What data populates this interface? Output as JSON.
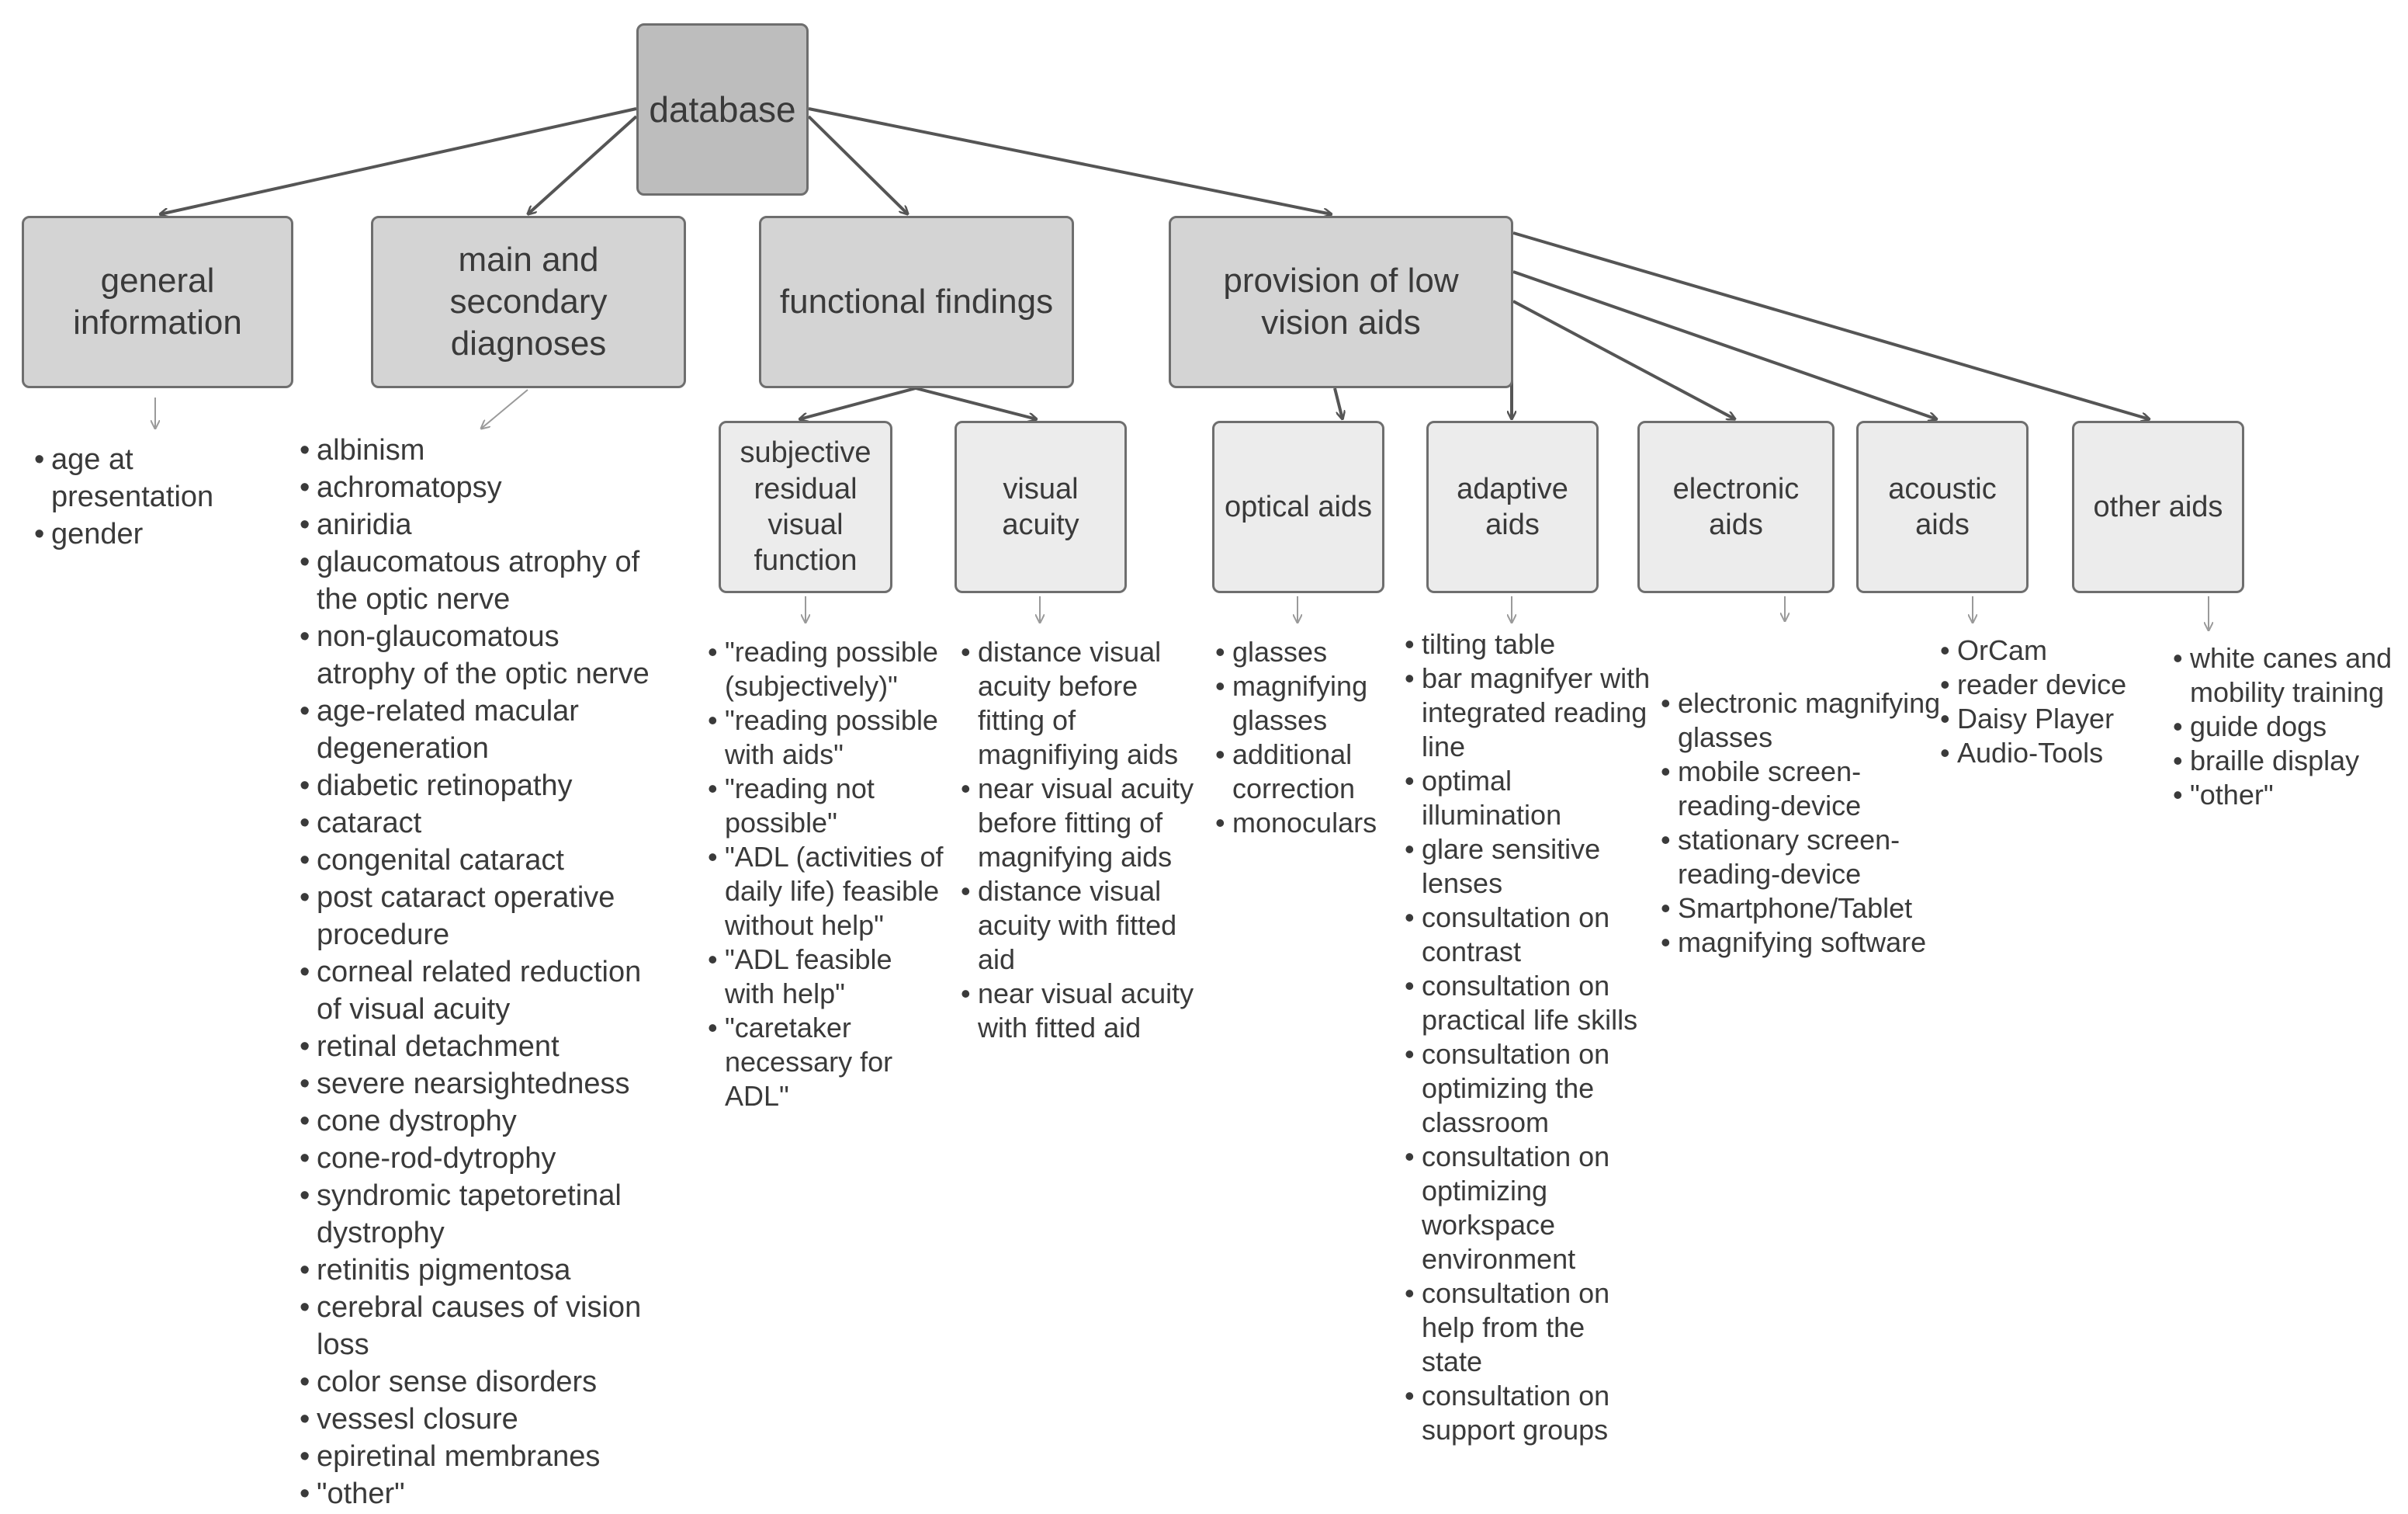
{
  "root": {
    "label": "database"
  },
  "categories": [
    {
      "id": "general",
      "label": "general information",
      "items": [
        "age at presentation",
        "gender"
      ]
    },
    {
      "id": "diagnoses",
      "label": "main and secondary diagnoses",
      "items": [
        "albinism",
        "achromatopsy",
        "aniridia",
        "glaucomatous atrophy of the optic nerve",
        "non-glaucomatous atrophy of the optic nerve",
        "age-related macular degeneration",
        "diabetic retinopathy",
        "cataract",
        "congenital cataract",
        "post cataract operative procedure",
        "corneal related reduction of visual acuity",
        "retinal detachment",
        "severe nearsightedness",
        "cone dystrophy",
        "cone-rod-dytrophy",
        "syndromic tapetoretinal dystrophy",
        "retinitis pigmentosa",
        "cerebral causes of vision loss",
        "color sense disorders",
        "vessesl closure",
        "epiretinal membranes",
        "\"other\""
      ]
    },
    {
      "id": "functional",
      "label": "functional findings"
    },
    {
      "id": "provision",
      "label": "provision of low vision aids"
    }
  ],
  "subcategories": [
    {
      "id": "residual",
      "parent": "functional",
      "label": "subjective residual visual function",
      "items": [
        "\"reading possible (subjectively)\"",
        "\"reading possible with aids\"",
        "\"reading not possible\"",
        "\"ADL (activities of daily life) feasible without help\"",
        "\"ADL feasible with help\"",
        "\"caretaker necessary for ADL\""
      ]
    },
    {
      "id": "acuity",
      "parent": "functional",
      "label": "visual acuity",
      "items": [
        "distance visual acuity before fitting of magnifiying aids",
        "near visual acuity before fitting of magnifying aids",
        "distance visual acuity with fitted aid",
        "near visual acuity with fitted aid"
      ]
    },
    {
      "id": "optical",
      "parent": "provision",
      "label": "optical aids",
      "items": [
        "glasses",
        "magnifying glasses",
        "additional correction",
        "monoculars"
      ]
    },
    {
      "id": "adaptive",
      "parent": "provision",
      "label": "adaptive aids",
      "items": [
        "tilting table",
        "bar magnifyer with integrated reading line",
        "optimal illumination",
        "glare sensitive lenses",
        "consultation on contrast",
        "consultation on practical life skills",
        "consultation on optimizing the classroom",
        "consultation on optimizing workspace environment",
        "consultation on help from the state",
        "consultation on support groups"
      ]
    },
    {
      "id": "electronic",
      "parent": "provision",
      "label": "electronic aids",
      "items": [
        "electronic magnifying glasses",
        "mobile screen-reading-device",
        "stationary screen-reading-device",
        "Smartphone/Tablet",
        "magnifying software"
      ]
    },
    {
      "id": "acoustic",
      "parent": "provision",
      "label": "acoustic aids",
      "items": [
        "OrCam",
        "reader device",
        "Daisy Player",
        "Audio-Tools"
      ]
    },
    {
      "id": "other",
      "parent": "provision",
      "label": "other aids",
      "items": [
        "white canes and mobility training",
        "guide dogs",
        "braille display",
        "\"other\""
      ]
    }
  ]
}
